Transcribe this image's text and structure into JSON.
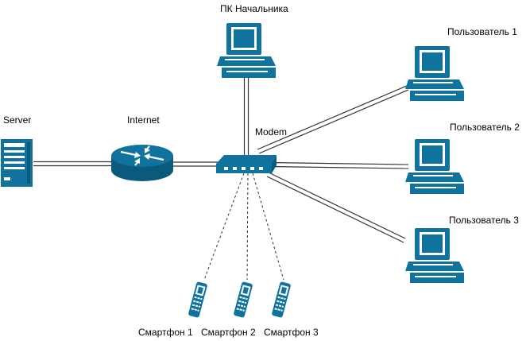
{
  "diagram": {
    "nodes": {
      "boss_pc": {
        "label": "ПК Начальника",
        "icon": "desktop-computer-icon"
      },
      "user1": {
        "label": "Пользователь 1",
        "icon": "desktop-computer-icon"
      },
      "user2": {
        "label": "Пользователь 2",
        "icon": "desktop-computer-icon"
      },
      "user3": {
        "label": "Пользователь 3",
        "icon": "desktop-computer-icon"
      },
      "server": {
        "label": "Server",
        "icon": "server-tower-icon"
      },
      "internet": {
        "label": "Internet",
        "icon": "router-icon"
      },
      "modem": {
        "label": "Modem",
        "icon": "hub-modem-icon"
      },
      "phone1": {
        "label": "Смартфон 1",
        "icon": "smartphone-icon"
      },
      "phone2": {
        "label": "Смартфон 2",
        "icon": "smartphone-icon"
      },
      "phone3": {
        "label": "Смартфон 3",
        "icon": "smartphone-icon"
      }
    },
    "colors": {
      "device_fill": "#10739e",
      "device_light": "#ffffff",
      "link_wired": "#333333",
      "link_wireless": "#333333"
    }
  }
}
